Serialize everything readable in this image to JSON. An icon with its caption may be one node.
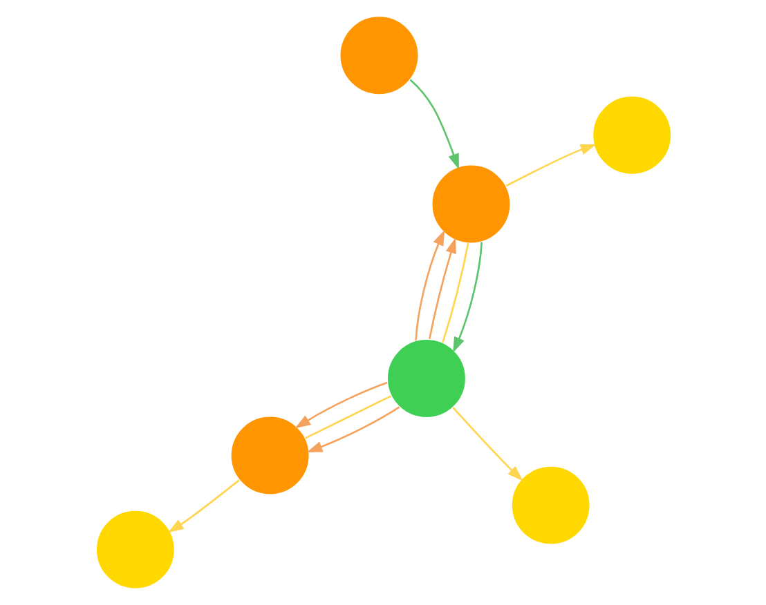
{
  "diagram": {
    "nodes": [
      {
        "text": [],
        "shape": "circle"
      },
      {
        "text": [],
        "shape": "circle"
      },
      {
        "text": [],
        "shape": "circle"
      },
      {
        "text": [],
        "shape": "circle"
      },
      {
        "text": [],
        "shape": "circle"
      },
      {
        "text": [],
        "shape": "circle"
      },
      {
        "text": [],
        "shape": "circle"
      }
    ],
    "edges": [
      {
        "from": 0,
        "to": 1,
        "arrow": "to",
        "color": "#5cc46c"
      },
      {
        "from": 1,
        "to": 3,
        "arrow": "to",
        "color": "#5cc46c"
      },
      {
        "from": 3,
        "to": 1,
        "arrow": "to",
        "color": "#f5a25d"
      },
      {
        "from": 3,
        "to": 1,
        "arrow": "to",
        "color": "#f5a25d"
      },
      {
        "from": 3,
        "to": 5,
        "arrow": "to",
        "color": "#f5a25d"
      },
      {
        "from": 3,
        "to": 5,
        "arrow": "to",
        "color": "#f5a25d"
      },
      {
        "from": 1,
        "to": 4,
        "arrow": "to"
      },
      {
        "from": 3,
        "to": 2,
        "arrow": "to"
      },
      {
        "from": 5,
        "to": 6,
        "arrow": "to"
      },
      {
        "from": 3,
        "to": 1,
        "arrow": "none"
      },
      {
        "from": 3,
        "to": 5,
        "arrow": "none"
      }
    ]
  }
}
